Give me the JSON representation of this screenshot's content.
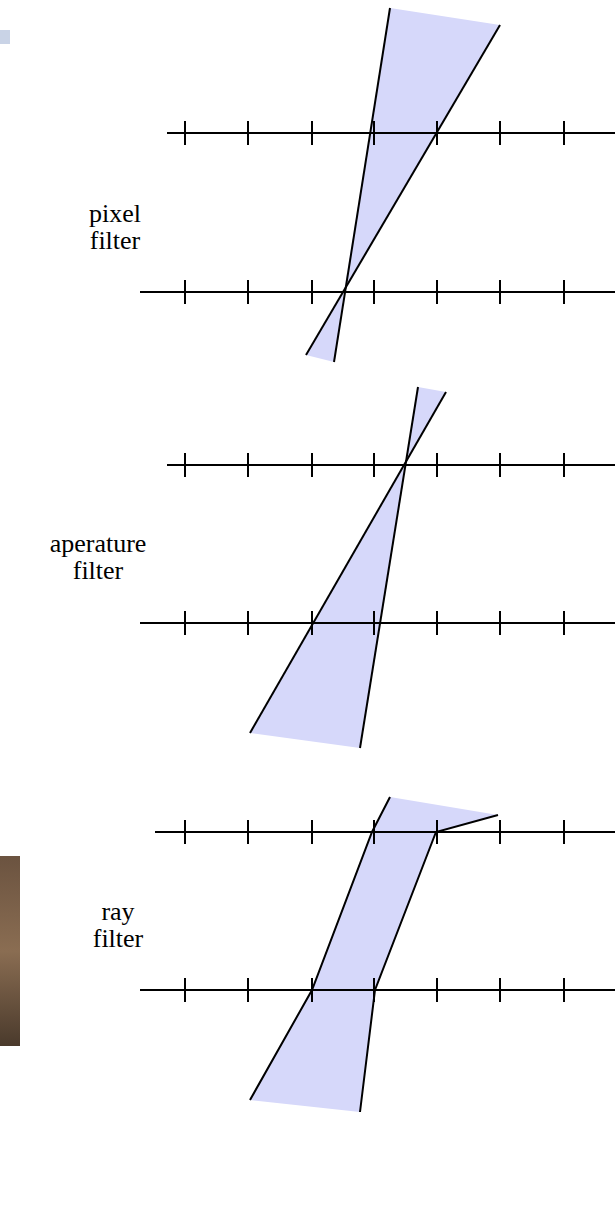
{
  "diagram": {
    "labels": [
      "pixel filter",
      "aperature filter",
      "ray filter"
    ]
  }
}
